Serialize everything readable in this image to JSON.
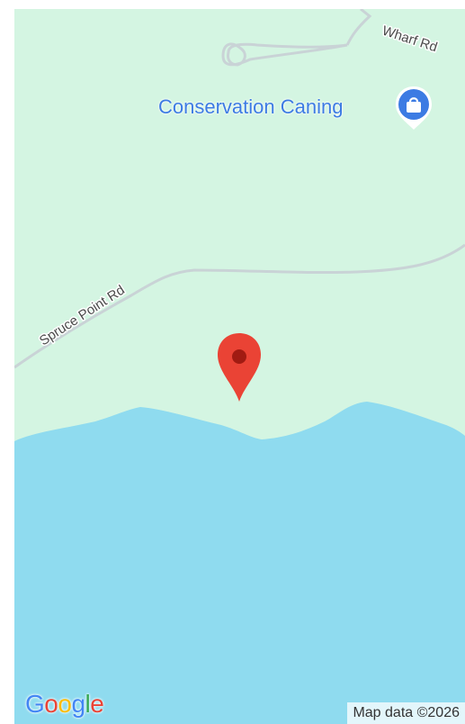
{
  "map": {
    "roads": {
      "spruce_point": "Spruce Point Rd",
      "wharf": "Wharf Rd"
    },
    "poi": {
      "name": "Conservation Caning",
      "icon": "shopping-bag-icon",
      "color": "#3c7be3"
    },
    "pin": {
      "icon": "location-pin-icon",
      "color": "#ea4335"
    },
    "colors": {
      "land": "#d4f5e2",
      "water": "#8fdbef",
      "road": "#c9d3d6"
    },
    "attribution": "Map data ©2026",
    "logo": {
      "letters": [
        "G",
        "o",
        "o",
        "g",
        "l",
        "e"
      ],
      "colors": [
        "#4285f4",
        "#ea4335",
        "#fbbc05",
        "#4285f4",
        "#34a853",
        "#ea4335"
      ]
    }
  }
}
